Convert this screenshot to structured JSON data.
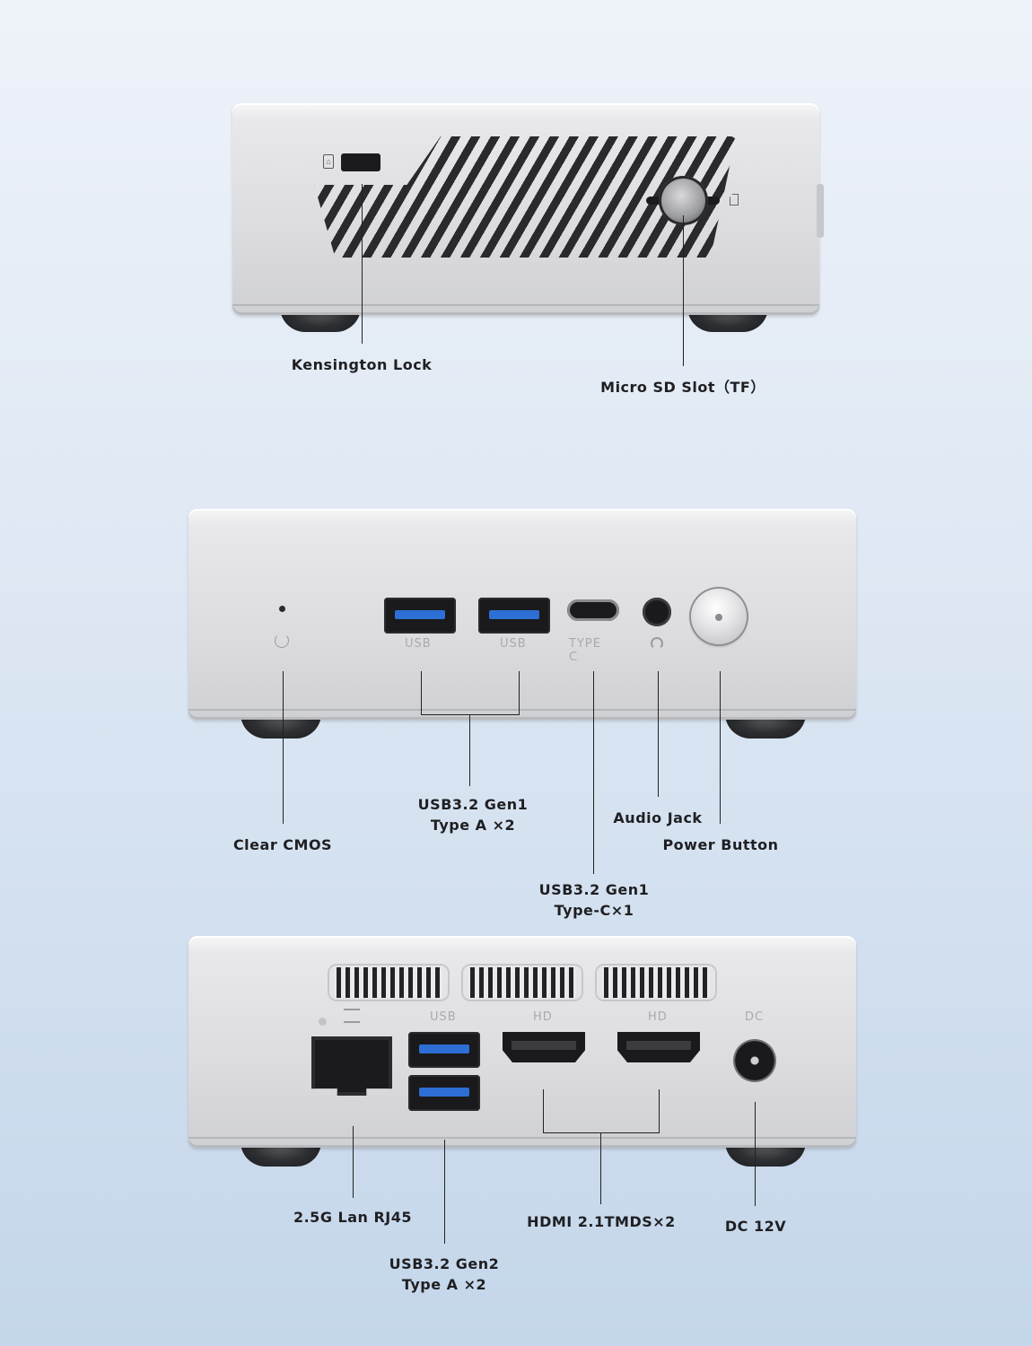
{
  "device_top": {
    "labels": {
      "kensington": "Kensington Lock",
      "microsd": "Micro SD Slot（TF）"
    }
  },
  "device_middle": {
    "port_texts": {
      "usb1": "USB",
      "usb2": "USB",
      "typec": "TYPE C"
    },
    "labels": {
      "clear_cmos": "Clear CMOS",
      "usb_gen1_a_line1": "USB3.2 Gen1",
      "usb_gen1_a_line2": "Type A ×2",
      "audio": "Audio Jack",
      "power": "Power Button",
      "usb_gen1_c_line1": "USB3.2 Gen1",
      "usb_gen1_c_line2": "Type-C×1"
    }
  },
  "device_bottom": {
    "port_texts": {
      "usb": "USB",
      "hd1": "HD",
      "hd2": "HD",
      "dc": "DC"
    },
    "labels": {
      "lan": "2.5G Lan RJ45",
      "hdmi": "HDMI 2.1TMDS×2",
      "dc": "DC 12V",
      "usb_gen2_line1": "USB3.2 Gen2",
      "usb_gen2_line2": "Type A ×2"
    }
  },
  "colors": {
    "usb_blue": "#2d6fd4",
    "body_silver": "#dcdcdf",
    "background": "#dde7f3"
  },
  "icons": [
    "lock-icon",
    "sd-card-icon",
    "reset-icon",
    "headphone-icon",
    "power-button",
    "network-icon",
    "power-dot-icon"
  ]
}
